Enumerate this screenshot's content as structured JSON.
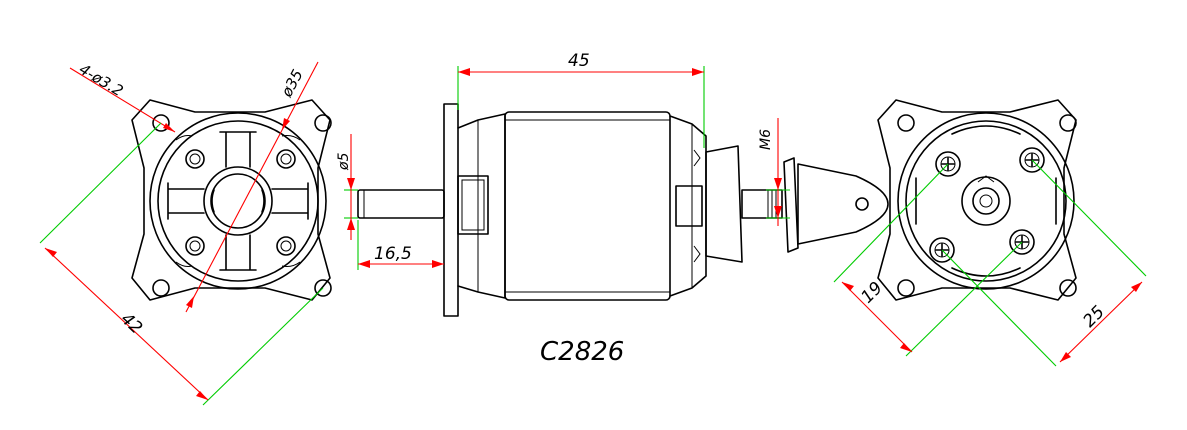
{
  "drawing": {
    "model": "C2826",
    "dimensions": {
      "mount_holes": "4-ø3.2",
      "outer_diameter": "ø35",
      "shaft_diameter": "ø5",
      "hole_spacing_front": "42",
      "body_length": "45",
      "shaft_length": "16,5",
      "prop_thread": "M6",
      "hole_spacing_rear_a": "19",
      "hole_spacing_rear_b": "25"
    }
  },
  "colors": {
    "outline": "#000000",
    "dimension": "#ff0000",
    "extension": "#00cc00",
    "background": "#ffffff"
  }
}
